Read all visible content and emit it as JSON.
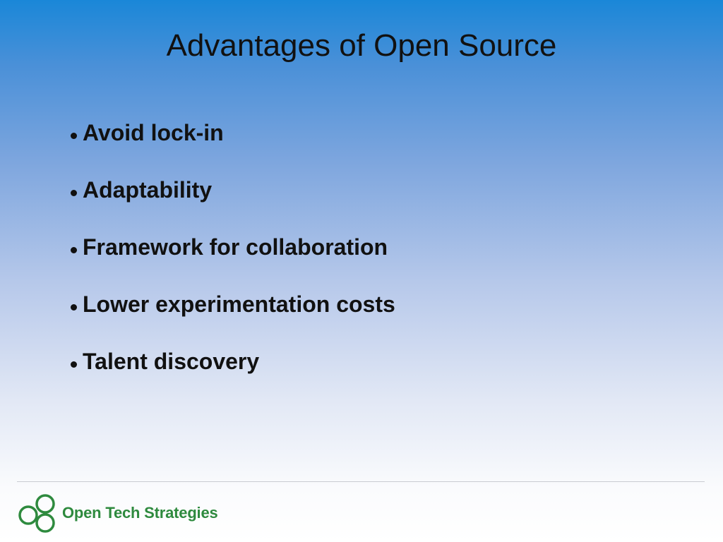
{
  "slide": {
    "title": "Advantages of Open Source",
    "bullets": [
      "Avoid lock-in",
      "Adaptability",
      "Framework for collaboration",
      "Lower experimentation costs",
      "Talent discovery"
    ]
  },
  "footer": {
    "logo_text": "Open Tech Strategies",
    "logo_icon": "three-rings-logo-icon"
  },
  "colors": {
    "gradient_top": "#1a87d8",
    "gradient_bottom": "#ffffff",
    "brand_green": "#2e8a3e",
    "text": "#111111"
  }
}
